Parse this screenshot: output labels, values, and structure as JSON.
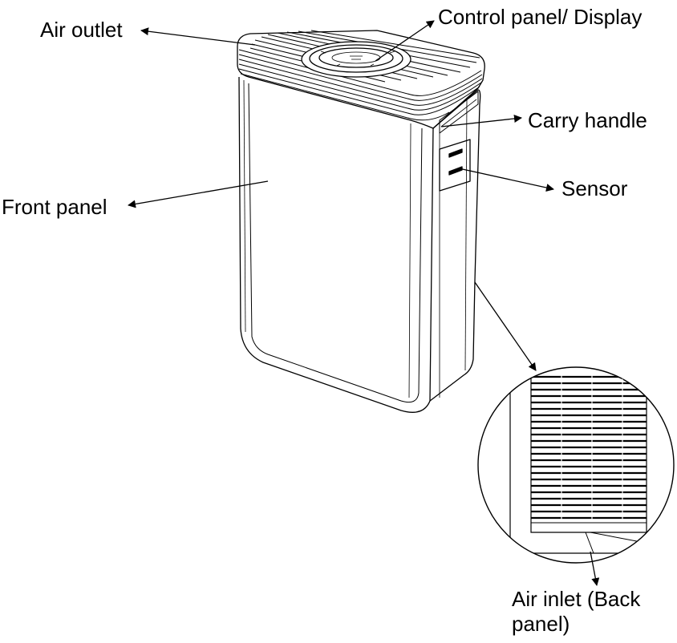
{
  "labels": {
    "air_outlet": "Air outlet",
    "control_panel": "Control panel/ Display",
    "carry_handle": "Carry handle",
    "sensor": "Sensor",
    "front_panel": "Front panel",
    "air_inlet": "Air inlet (Back panel)"
  },
  "colors": {
    "line": "#000000",
    "background": "#ffffff"
  }
}
